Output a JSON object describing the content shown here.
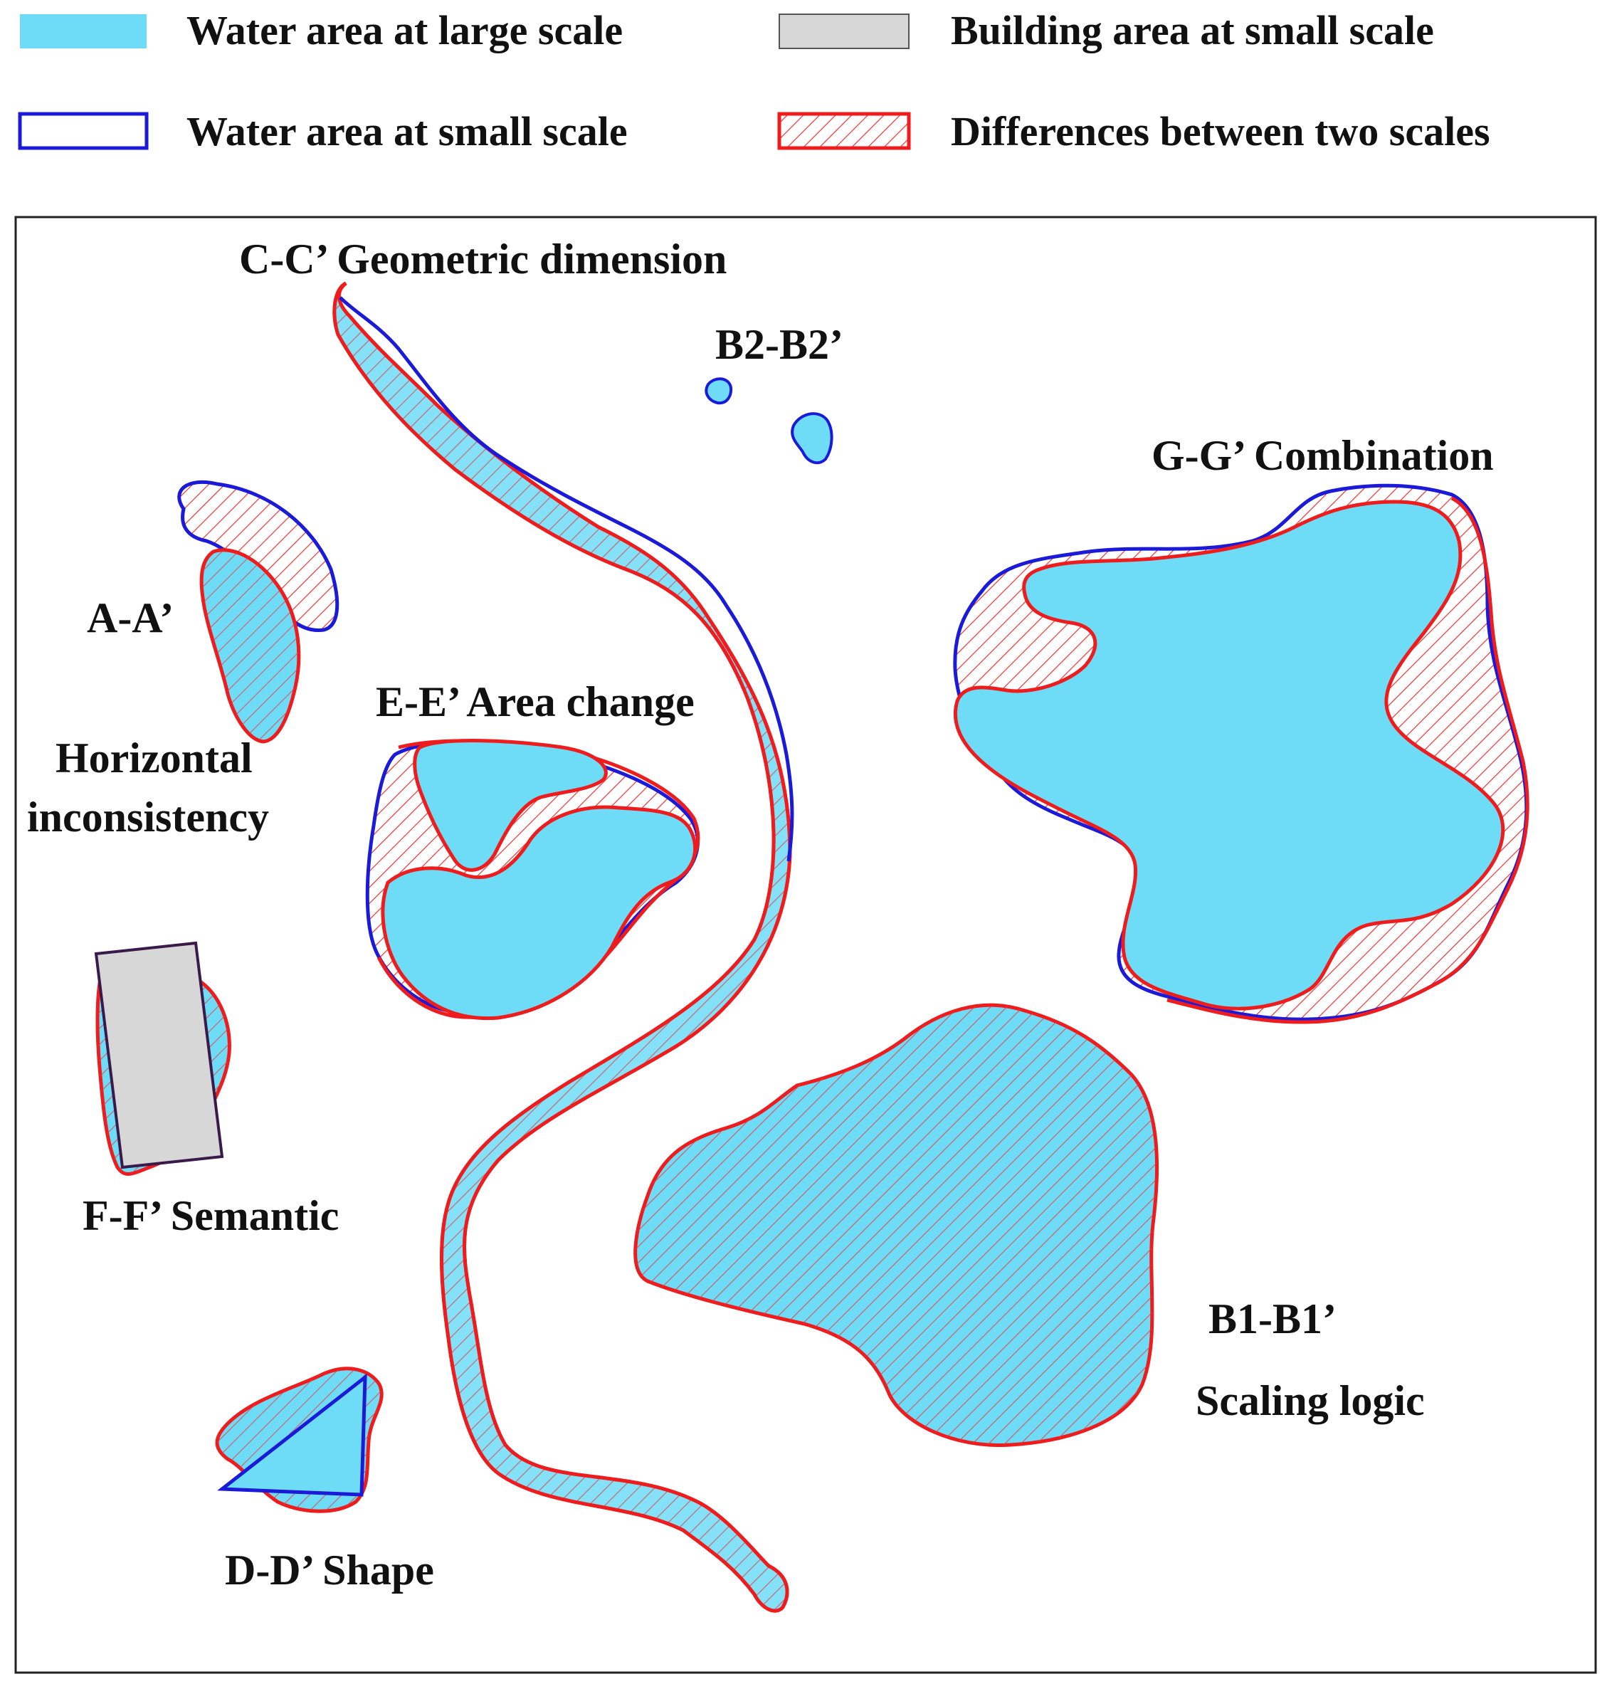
{
  "legend": {
    "water_large": "Water area at large scale",
    "building_small": "Building area at small scale",
    "water_small": "Water area at small scale",
    "differences": "Differences between two scales"
  },
  "labels": {
    "cc": "C-C’ Geometric dimension",
    "b2": "B2-B2’",
    "gg": "G-G’  Combination",
    "aa": "A-A’",
    "horizontal_1": "Horizontal",
    "horizontal_2": "inconsistency",
    "ee": "E-E’ Area change",
    "ff": "F-F’  Semantic",
    "b1": "B1-B1’",
    "scaling": "Scaling logic",
    "dd": "D-D’   Shape"
  },
  "colors": {
    "water": "#6fdcf7",
    "water_outline": "#1a1ad8",
    "difference_outline": "#ee1c1c",
    "hatch": "#ee3333",
    "building_fill": "#d7d7d7",
    "building_outline": "#3a1a4a",
    "frame": "#222222"
  }
}
